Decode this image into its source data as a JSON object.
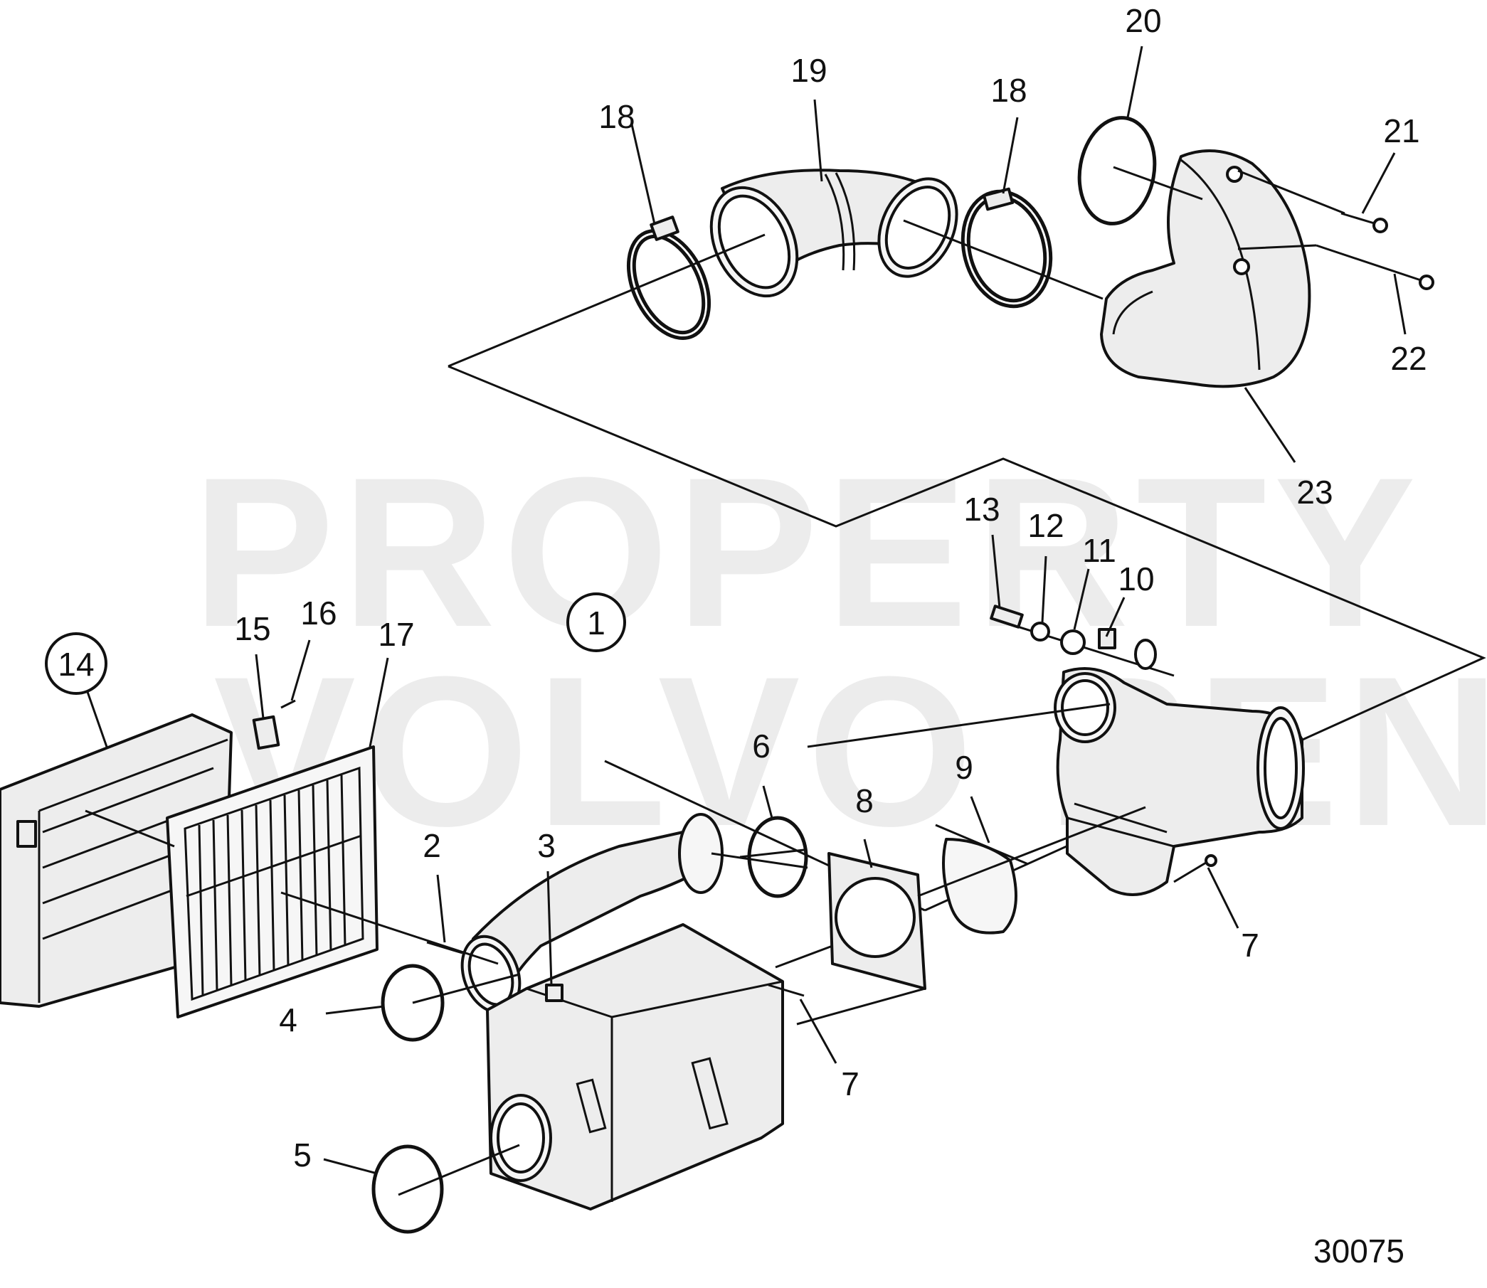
{
  "watermark": {
    "line1": "PROPERTY OF",
    "line2": "VOLVO PENTA"
  },
  "drawing_number": "30075",
  "callouts": [
    {
      "key": "c1",
      "text": "1",
      "circled": true
    },
    {
      "key": "c2",
      "text": "2"
    },
    {
      "key": "c3",
      "text": "3"
    },
    {
      "key": "c4",
      "text": "4"
    },
    {
      "key": "c5",
      "text": "5"
    },
    {
      "key": "c6",
      "text": "6"
    },
    {
      "key": "c7a",
      "text": "7"
    },
    {
      "key": "c7b",
      "text": "7"
    },
    {
      "key": "c8",
      "text": "8"
    },
    {
      "key": "c9",
      "text": "9"
    },
    {
      "key": "c10",
      "text": "10"
    },
    {
      "key": "c11",
      "text": "11"
    },
    {
      "key": "c12",
      "text": "12"
    },
    {
      "key": "c13",
      "text": "13"
    },
    {
      "key": "c14",
      "text": "14",
      "circled": true
    },
    {
      "key": "c15",
      "text": "15"
    },
    {
      "key": "c16",
      "text": "16"
    },
    {
      "key": "c17",
      "text": "17"
    },
    {
      "key": "c18a",
      "text": "18"
    },
    {
      "key": "c18b",
      "text": "18"
    },
    {
      "key": "c19",
      "text": "19"
    },
    {
      "key": "c20",
      "text": "20"
    },
    {
      "key": "c21",
      "text": "21"
    },
    {
      "key": "c22",
      "text": "22"
    },
    {
      "key": "c23",
      "text": "23"
    }
  ]
}
